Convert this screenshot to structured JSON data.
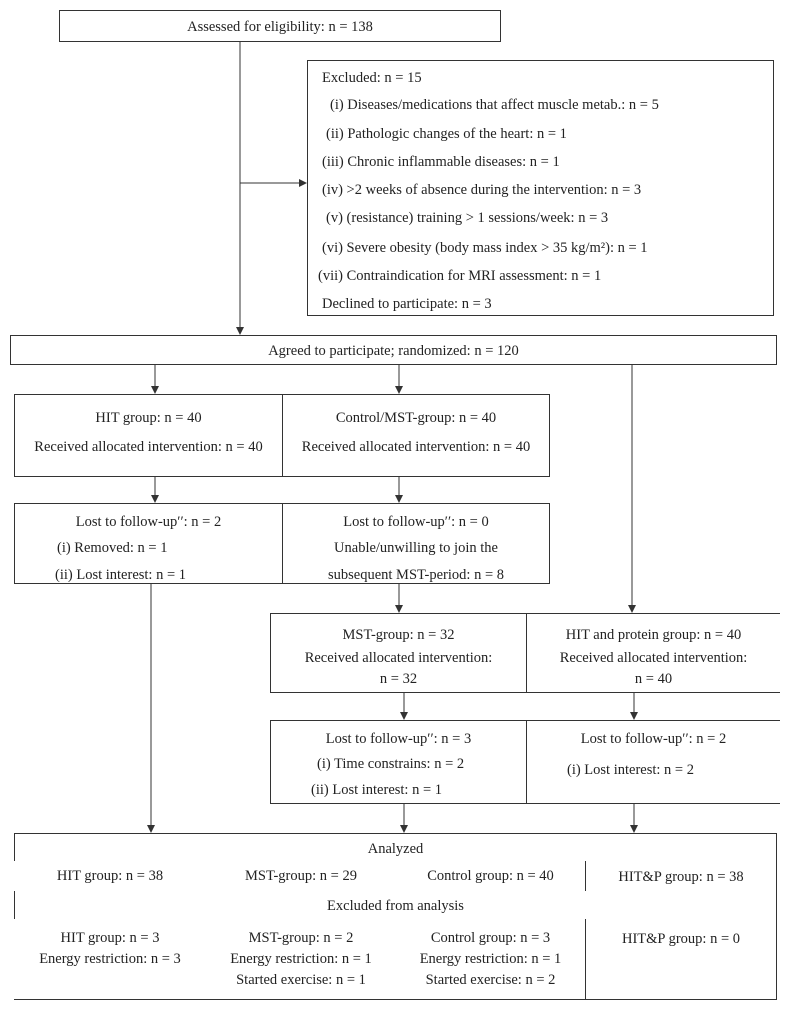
{
  "eligibility": {
    "text": "Assessed for eligibility: n = 138"
  },
  "excluded": {
    "lines": [
      "Excluded: n = 15",
      "(i) Diseases/medications that affect muscle metab.: n = 5",
      "(ii) Pathologic changes of the heart: n = 1",
      "(iii) Chronic inflammable diseases: n = 1",
      "(iv) >2 weeks of absence during the intervention: n = 3",
      "(v) (resistance) training > 1 sessions/week: n = 3",
      "(vi) Severe obesity (body mass index > 35 kg/m²): n = 1",
      "(vii) Contraindication for MRI assessment: n = 1",
      "Declined to participate: n = 3"
    ]
  },
  "randomized": {
    "text": "Agreed to participate; randomized: n = 120"
  },
  "hit_group": {
    "line1": "HIT group: n = 40",
    "line2": "Received allocated intervention: n = 40"
  },
  "control_group": {
    "line1": "Control/MST-group: n = 40",
    "line2": "Received allocated intervention: n = 40"
  },
  "hit_lost": {
    "line1": "Lost to follow-up′′: n = 2",
    "line2": "(i) Removed: n = 1",
    "line3": "(ii) Lost interest: n = 1"
  },
  "control_lost": {
    "line1": "Lost to follow-up′′: n = 0",
    "line2": "Unable/unwilling to join the",
    "line3": "subsequent MST-period: n = 8"
  },
  "mst_group": {
    "line1": "MST-group: n = 32",
    "line2": "Received allocated intervention:",
    "line3": "n = 32"
  },
  "hitp_group": {
    "line1": "HIT and protein group: n = 40",
    "line2": "Received allocated intervention:",
    "line3": "n = 40"
  },
  "mst_lost": {
    "line1": "Lost to follow-up′′: n = 3",
    "line2": "(i) Time constrains: n = 2",
    "line3": "(ii) Lost interest: n = 1"
  },
  "hitp_lost": {
    "line1": "Lost to follow-up′′: n = 2",
    "line2": "(i) Lost interest: n = 2"
  },
  "analyzed": {
    "header": "Analyzed",
    "cells": [
      "HIT group: n = 38",
      "MST-group: n = 29",
      "Control group: n = 40",
      "HIT&P group: n = 38"
    ],
    "excluded_header": "Excluded from analysis",
    "excluded_cols": [
      [
        "HIT group: n = 3",
        "Energy restriction: n = 3"
      ],
      [
        "MST-group: n = 2",
        "Energy restriction: n = 1",
        "Started exercise: n = 1"
      ],
      [
        "Control group: n = 3",
        "Energy restriction: n = 1",
        "Started exercise: n = 2"
      ],
      [
        "HIT&P group: n = 0"
      ]
    ]
  }
}
